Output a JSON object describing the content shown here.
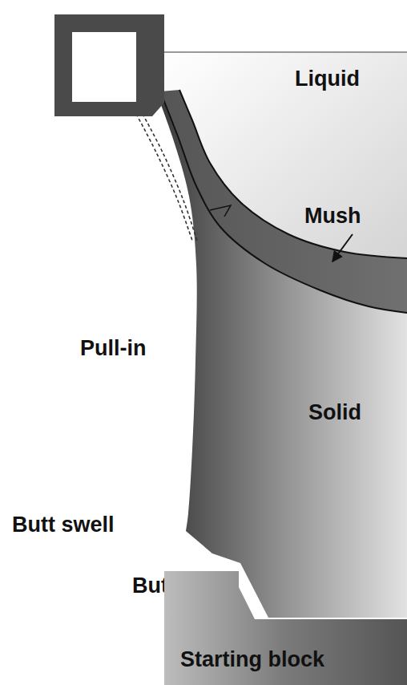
{
  "diagram": {
    "nodes": [
      {
        "text": [
          "Starting block"
        ]
      }
    ],
    "labels": [
      "Liquid",
      "Mush",
      "Pull-in",
      "Solid",
      "Butt swell",
      "Butt curl"
    ]
  }
}
